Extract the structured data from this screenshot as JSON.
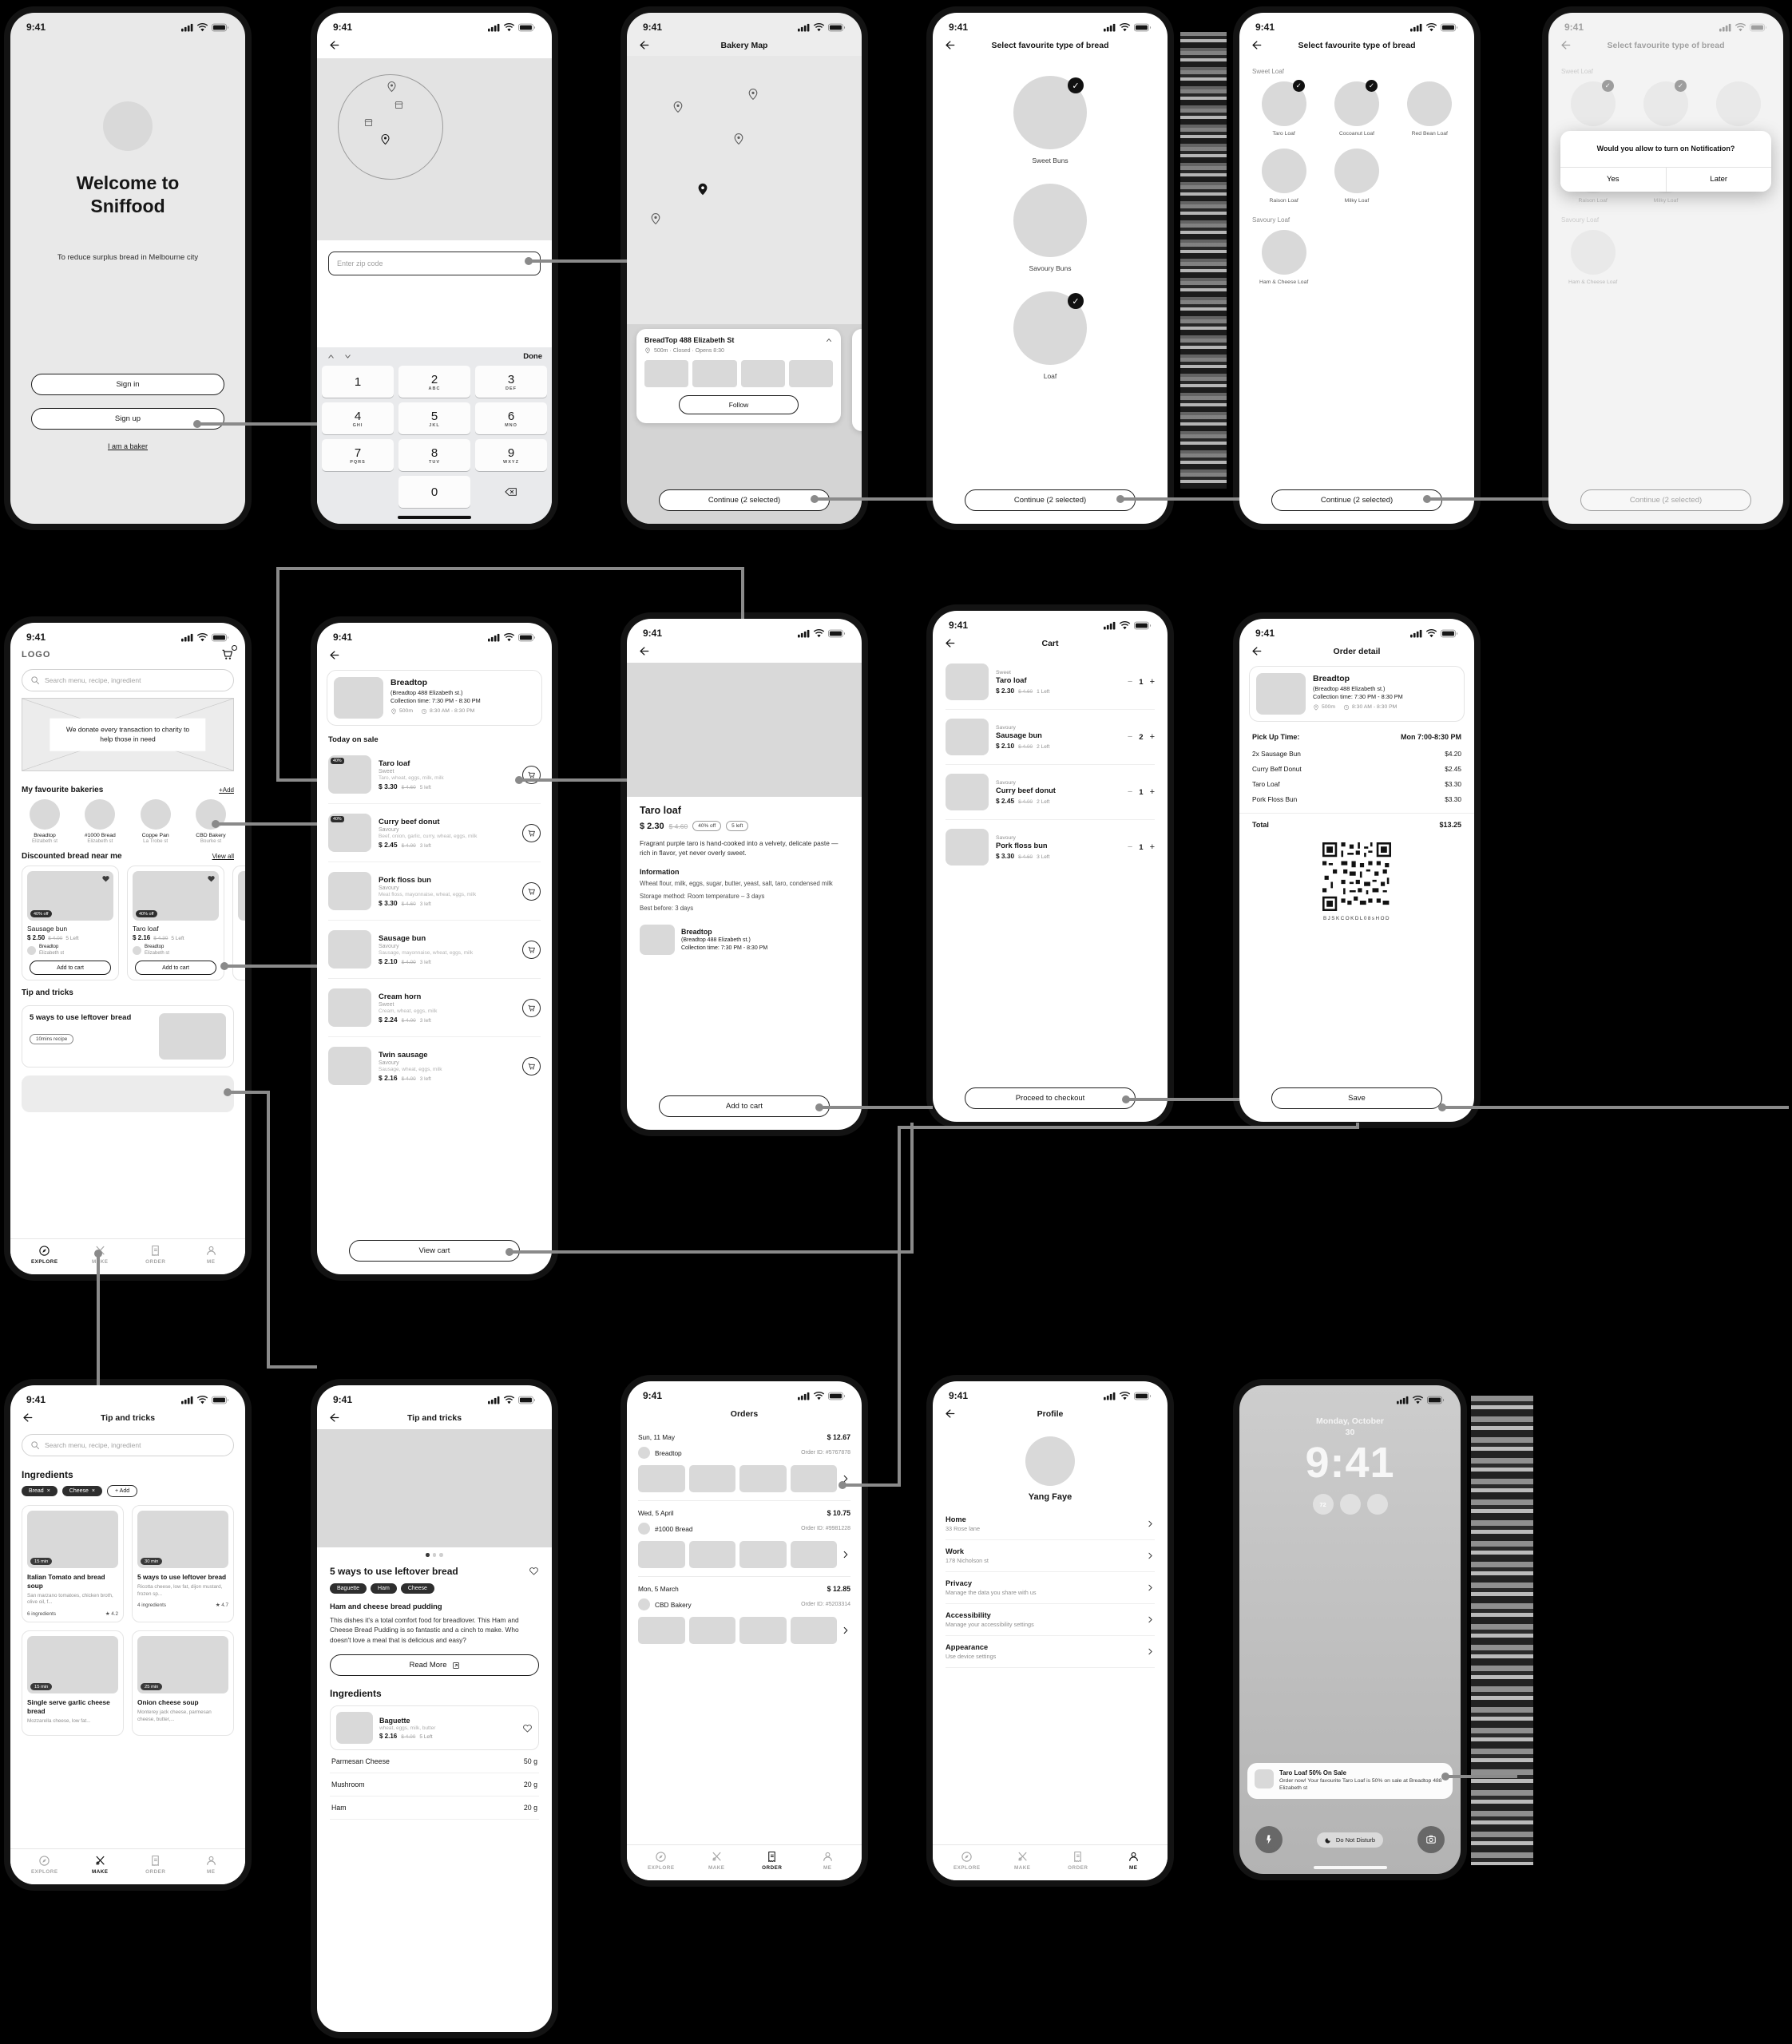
{
  "common": {
    "time": "9:41",
    "minus": "−",
    "plus": "+",
    "nav": {
      "explore": "EXPLORE",
      "make": "MAKE",
      "order": "ORDER",
      "me": "ME"
    }
  },
  "welcome": {
    "title1": "Welcome to",
    "title2": "Sniffood",
    "subtitle": "To reduce surplus bread in Melbourne city",
    "signin": "Sign in",
    "signup": "Sign up",
    "baker": "I am a baker"
  },
  "zip": {
    "placeholder": "Enter zip code",
    "done": "Done",
    "keys": [
      {
        "d": "1",
        "l": ""
      },
      {
        "d": "2",
        "l": "ABC"
      },
      {
        "d": "3",
        "l": "DEF"
      },
      {
        "d": "4",
        "l": "GHI"
      },
      {
        "d": "5",
        "l": "JKL"
      },
      {
        "d": "6",
        "l": "MNO"
      },
      {
        "d": "7",
        "l": "PQRS"
      },
      {
        "d": "8",
        "l": "TUV"
      },
      {
        "d": "9",
        "l": "WXYZ"
      }
    ],
    "zero": "0"
  },
  "map": {
    "title": "Bakery Map",
    "card": {
      "name": "BreadTop 488 Elizabeth St",
      "meta": "500m · Closed · Opens 8:30",
      "follow": "Follow"
    },
    "continue_label": "Continue  (2 selected)"
  },
  "breadTypes": {
    "title": "Select favourite type of bread",
    "options": [
      {
        "label": "Sweet Buns",
        "check": "✓"
      },
      {
        "label": "Savoury Buns",
        "check": ""
      },
      {
        "label": "Loaf",
        "check": "✓"
      }
    ],
    "continue_label": "Continue  (2 selected)"
  },
  "breadLoaves": {
    "title": "Select favourite type of bread",
    "sweet_title": "Sweet Loaf",
    "savoury_title": "Savoury Loaf",
    "sweet": [
      {
        "label": "Taro Loaf",
        "check": "✓"
      },
      {
        "label": "Cocoanut Loaf",
        "check": "✓"
      },
      {
        "label": "Red Bean Loaf",
        "check": ""
      },
      {
        "label": "Raison Loaf",
        "check": ""
      },
      {
        "label": "Milky Loaf",
        "check": ""
      }
    ],
    "savoury": [
      {
        "label": "Ham & Cheese Loaf",
        "check": ""
      }
    ],
    "continue_label": "Continue  (2 selected)"
  },
  "dialog": {
    "question": "Would you allow to turn on Notification?",
    "yes": "Yes",
    "later": "Later"
  },
  "home": {
    "logo": "LOGO",
    "search_placeholder": "Search menu, recipe, ingredient",
    "banner": "We donate every transaction to charity to help those in need",
    "fav_title": "My favourite bakeries",
    "add_link": "+Add",
    "favourites": [
      {
        "name": "Breadtop",
        "loc": "Elizabeth st"
      },
      {
        "name": "#1000 Bread",
        "loc": "Elizabeth st"
      },
      {
        "name": "Coppe Pan",
        "loc": "La Trobe st"
      },
      {
        "name": "CBD Bakery",
        "loc": "Bourke st"
      }
    ],
    "discount_title": "Discounted bread near me",
    "view_all": "View all",
    "deals": [
      {
        "badge": "40% off",
        "name": "Sausage bun",
        "price": "$ 2.50",
        "was": "$ 4.00",
        "left": "5 Left",
        "bakery": "Breadtop",
        "loc": "Elizabeth st",
        "cta": "Add to cart"
      },
      {
        "badge": "40% off",
        "name": "Taro loaf",
        "price": "$ 2.16",
        "was": "$ 4.30",
        "left": "5 Left",
        "bakery": "Breadtop",
        "loc": "Elizabeth st",
        "cta": "Add to cart"
      }
    ],
    "tips_title": "Tip and tricks",
    "tip": {
      "title": "5 ways to use leftover bread",
      "chip": "10mins recipe"
    }
  },
  "bakery": {
    "name": "Breadtop",
    "sub": "(Breadtop 488 Elizabeth st.)",
    "collection": "Collection time: 7:30 PM - 8:30 PM",
    "distance": "500m",
    "hours": "8:30 AM - 8:30 PM",
    "section": "Today on sale",
    "items": [
      {
        "badge": "40%",
        "name": "Taro loaf",
        "cat": "Sweet",
        "ing": "Taro, wheat, eggs, milk, milk",
        "price": "$ 3.30",
        "was": "$ 4.60",
        "left": "5 left"
      },
      {
        "badge": "40%",
        "name": "Curry beef donut",
        "cat": "Savoury",
        "ing": "Beef, onion, garlic, curry, wheat, eggs, milk",
        "price": "$ 2.45",
        "was": "$ 4.00",
        "left": "3 left"
      },
      {
        "badge": "",
        "name": "Pork floss bun",
        "cat": "Savoury",
        "ing": "Meat floss, mayonnaise, wheat, eggs, milk",
        "price": "$ 3.30",
        "was": "$ 4.60",
        "left": "3 left"
      },
      {
        "badge": "",
        "name": "Sausage bun",
        "cat": "Savoury",
        "ing": "Sausage, mayonnaise, wheat, eggs, milk",
        "price": "$ 2.10",
        "was": "$ 4.00",
        "left": "3 left"
      },
      {
        "badge": "",
        "name": "Cream horn",
        "cat": "Sweet",
        "ing": "Cream, wheat, eggs, milk",
        "price": "$ 2.24",
        "was": "$ 4.00",
        "left": "3 left"
      },
      {
        "badge": "",
        "name": "Twin sausage",
        "cat": "Savoury",
        "ing": "Sausage, wheat, eggs, milk",
        "price": "$ 2.16",
        "was": "$ 4.00",
        "left": "3 left"
      }
    ],
    "view_cart": "View cart"
  },
  "product": {
    "name": "Taro loaf",
    "price": "$ 2.30",
    "was": "$ 4.60",
    "chip_discount": "40% off",
    "chip_left": "5 left",
    "desc": "Fragrant purple taro is hand-cooked into a velvety, delicate paste — rich in flavor, yet never overly sweet.",
    "info_title": "Information",
    "ingredients": "Wheat flour, milk, eggs, sugar, butter, yeast, salt, taro, condensed milk",
    "storage": "Storage method: Room temperature – 3 days",
    "best": "Best before: 3 days",
    "bakery_name": "Breadtop",
    "bakery_sub": "(Breadtop 488 Elizabeth st.)",
    "bakery_collection": "Collection time: 7:30 PM - 8:30 PM",
    "add": "Add to cart"
  },
  "cart": {
    "title": "Cart",
    "items": [
      {
        "cat": "Sweet",
        "name": "Taro loaf",
        "price": "$ 2.30",
        "was": "$ 4.60",
        "left": "1 Left",
        "qty": "1"
      },
      {
        "cat": "Savoury",
        "name": "Sausage bun",
        "price": "$ 2.10",
        "was": "$ 4.00",
        "left": "2 Left",
        "qty": "2"
      },
      {
        "cat": "Savoury",
        "name": "Curry beef donut",
        "price": "$ 2.45",
        "was": "$ 4.00",
        "left": "2 Left",
        "qty": "1"
      },
      {
        "cat": "Savoury",
        "name": "Pork floss bun",
        "price": "$ 3.30",
        "was": "$ 4.60",
        "left": "3 Left",
        "qty": "1"
      }
    ],
    "checkout": "Proceed to checkout"
  },
  "order": {
    "title": "Order detail",
    "name": "Breadtop",
    "sub": "(Breadtop 488 Elizabeth st.)",
    "collection": "Collection time: 7:30 PM - 8:30 PM",
    "distance": "500m",
    "hours": "8:30 AM - 8:30 PM",
    "pickup_label": "Pick Up Time:",
    "pickup_value": "Mon 7:00-8:30 PM",
    "lines": [
      {
        "name": "2x Sausage Bun",
        "price": "$4.20"
      },
      {
        "name": "Curry Beff Donut",
        "price": "$2.45"
      },
      {
        "name": "Taro Loaf",
        "price": "$3.30"
      },
      {
        "name": "Pork Floss Bun",
        "price": "$3.30"
      }
    ],
    "total_label": "Total",
    "total": "$13.25",
    "code": "BJSKCOKDL08sHOD",
    "save": "Save"
  },
  "recipes": {
    "title": "Tip and tricks",
    "search_placeholder": "Search menu, recipe, ingredient",
    "heading": "Ingredients",
    "chips": [
      {
        "label": "Bread",
        "x": "×"
      },
      {
        "label": "Cheese",
        "x": "×"
      }
    ],
    "add_chip": "+ Add",
    "cards": [
      {
        "time": "15 min",
        "name": "Italian Tomato and bread soup",
        "ing": "San marzano tomatoes, chicken broth, olive oil, f...",
        "count": "6 ingredients",
        "rating": "★ 4.2"
      },
      {
        "time": "30 min",
        "name": "5 ways to use leftover bread",
        "ing": "Ricotta cheese, low fat, dijon mustard, frozen sp...",
        "count": "4 ingredients",
        "rating": "★ 4.7"
      },
      {
        "time": "15 min",
        "name": "Single serve garlic cheese bread",
        "ing": "Mozzarella cheese, low fat...",
        "count": "",
        "rating": ""
      },
      {
        "time": "25 min",
        "name": "Onion cheese soup",
        "ing": "Monterey jack cheese, parmesan cheese, butter,...",
        "count": "",
        "rating": ""
      }
    ]
  },
  "article": {
    "title": "Tip and tricks",
    "heading": "5 ways to use leftover bread",
    "tags": [
      {
        "label": "Baguette"
      },
      {
        "label": "Ham"
      },
      {
        "label": "Cheese"
      }
    ],
    "subheading": "Ham and cheese bread pudding",
    "body": "This dishes it's a total comfort food for breadlover. This Ham and Cheese Bread Pudding is so fantastic and a cinch to make. Who doesn't love a meal that is delicious and easy?",
    "read_more": "Read More",
    "ing_title": "Ingredients",
    "product": {
      "name": "Baguette",
      "ing": "wheat, eggs, milk, butter",
      "price": "$ 2.16",
      "was": "$ 4.00",
      "left": "5 Left"
    },
    "rows": [
      {
        "name": "Parmesan Cheese",
        "qty": "50 g"
      },
      {
        "name": "Mushroom",
        "qty": "20 g"
      },
      {
        "name": "Ham",
        "qty": "20 g"
      }
    ]
  },
  "orders": {
    "title": "Orders",
    "groups": [
      {
        "date": "Sun, 11 May",
        "total": "$ 12.67",
        "bakery": "Breadtop",
        "oid": "Order ID: #5767878"
      },
      {
        "date": "Wed, 5 April",
        "total": "$ 10.75",
        "bakery": "#1000 Bread",
        "oid": "Order ID: #9981228"
      },
      {
        "date": "Mon, 5 March",
        "total": "$ 12.85",
        "bakery": "CBD Bakery",
        "oid": "Order ID: #5203314"
      }
    ]
  },
  "profile": {
    "title": "Profile",
    "name": "Yang Faye",
    "rows": [
      {
        "label": "Home",
        "sub": "33 Rose lane"
      },
      {
        "label": "Work",
        "sub": "178 Nicholson st"
      },
      {
        "label": "Privacy",
        "sub": "Manage the data you share with us"
      },
      {
        "label": "Accessibility",
        "sub": "Manage your accessibility settings"
      },
      {
        "label": "Appearance",
        "sub": "Use device settings"
      }
    ]
  },
  "lock": {
    "date1": "Monday, October",
    "date2": "30",
    "time": "9:41",
    "widget1": "72",
    "notif_title": "Taro Loaf 50% On Sale",
    "notif_body": "Order now! Your favourite Taro Loaf is 50% on sale at Breadtop 488 Elizabeth st",
    "dnd": "Do Not Disturb"
  }
}
